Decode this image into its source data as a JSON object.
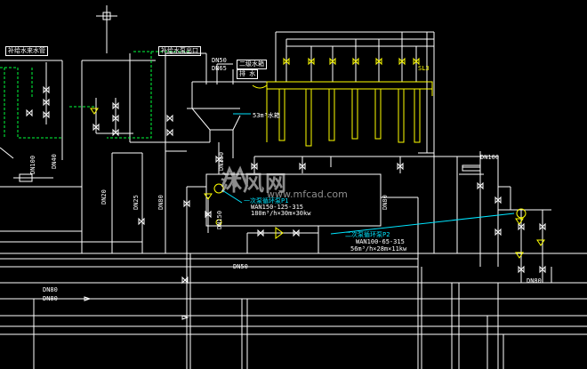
{
  "colors": {
    "background": "#000000",
    "line": "#ffffff",
    "tank": "#ffff00",
    "control_dashed": "#00ff3c",
    "leader": "#00e5ff",
    "valve": "#ffff00"
  },
  "labels": {
    "top_left_box": "补给水来水管",
    "mid_left_box": "补给水泵出口",
    "dn50_top": "DN50",
    "dn65_top": "DN65",
    "box_supply": "二级水箱",
    "box_drain": "排  水",
    "sl3": "SL3",
    "tank_name": "53m³水箱",
    "dn100_right": "DN100",
    "pump1_name": "一次泵循环泵P1",
    "pump1_model": "WAN150-125-315",
    "pump1_spec": "180m³/h×30m×30kw",
    "pump2_name": "二次泵循环泵P2",
    "pump2_model": "WAN100-65-315",
    "pump2_spec": "56m³/h×28m×11kw",
    "dn50_mid": "DN50",
    "dn80_a": "DN80",
    "dn80_b": "DN80",
    "dn80_right": "DN80",
    "v_dn100": "DN100",
    "v_dn40": "DN40",
    "v_dn20": "DN20",
    "v_dn25": "DN25",
    "v_dn80": "DN80",
    "v_dn150a": "DN150",
    "v_dn150b": "DN150",
    "v_dn80b": "DN80"
  },
  "watermark": {
    "brand": "沐风网",
    "url": "www.mfcad.com",
    "icon": "mfcad-logo-icon"
  }
}
